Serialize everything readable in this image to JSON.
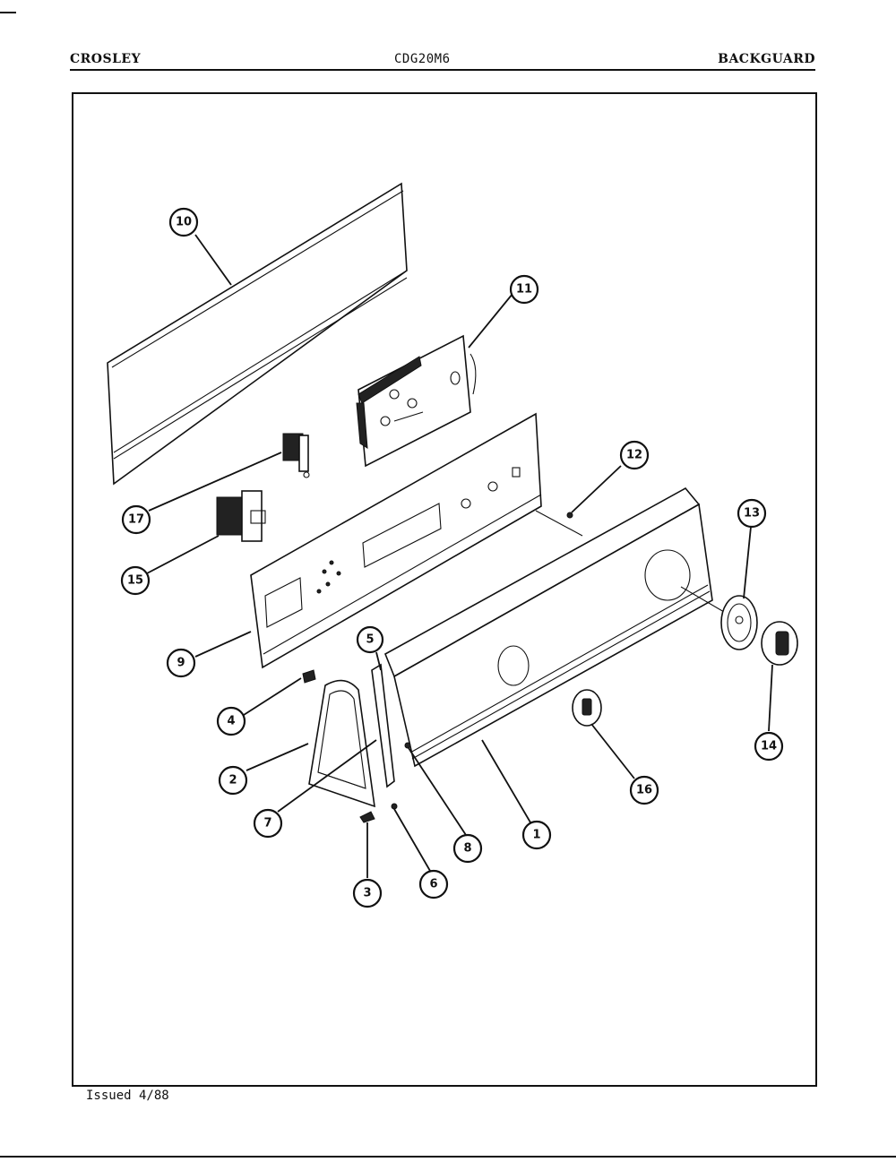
{
  "header": {
    "brand": "CROSLEY",
    "model": "CDG20M6",
    "section": "BACKGUARD"
  },
  "footer": {
    "issued": "Issued 4/88"
  },
  "callouts": [
    "10",
    "11",
    "17",
    "15",
    "12",
    "13",
    "9",
    "5",
    "4",
    "2",
    "7",
    "8",
    "6",
    "3",
    "1",
    "16",
    "14"
  ]
}
